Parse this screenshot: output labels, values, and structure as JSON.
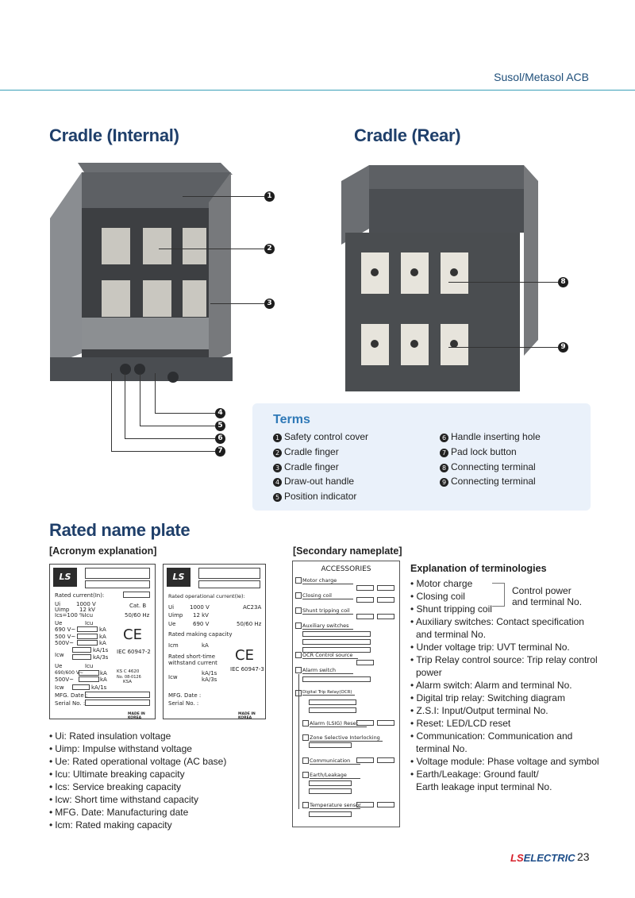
{
  "header": {
    "brand": "Susol/Metasol ACB"
  },
  "sections": {
    "cradle_internal": "Cradle (Internal)",
    "cradle_rear": "Cradle (Rear)",
    "rated_name_plate": "Rated name plate",
    "acronym_explanation": "[Acronym explanation]",
    "secondary_nameplate": "[Secondary nameplate]"
  },
  "callouts_internal": [
    "❶",
    "❷",
    "❸",
    "❹",
    "❺",
    "❻",
    "❼"
  ],
  "callouts_rear": [
    "❽",
    "❾"
  ],
  "terms": {
    "title": "Terms",
    "left": [
      {
        "num": "1",
        "label": "Safety control cover"
      },
      {
        "num": "2",
        "label": "Cradle finger"
      },
      {
        "num": "3",
        "label": "Cradle finger"
      },
      {
        "num": "4",
        "label": "Draw-out handle"
      },
      {
        "num": "5",
        "label": "Position indicator"
      }
    ],
    "right": [
      {
        "num": "6",
        "label": "Handle inserting hole"
      },
      {
        "num": "7",
        "label": "Pad lock button"
      },
      {
        "num": "8",
        "label": "Connecting terminal"
      },
      {
        "num": "9",
        "label": "Connecting terminal"
      }
    ]
  },
  "plate1": {
    "logo": "LS",
    "rated_current": "Rated current(In):",
    "ui": "Ui",
    "ui_val": "1000 V",
    "uimp": "Uimp",
    "uimp_val": "12 kV",
    "ics": "Ics=100 %Icu",
    "cat": "Cat. B",
    "freq": "50/60 Hz",
    "ue": "Ue",
    "icu": "Icu",
    "v690": "690 V~",
    "v500": "500 V~",
    "v500b": "500V~",
    "ka": "kA",
    "icw": "Icw",
    "ka1s": "kA/1s",
    "ka3s": "kA/3s",
    "iec": "IEC 60947-2",
    "ue2": "Ue",
    "icu2": "Icu",
    "v690600": "690/600 V~",
    "v500c": "500V~",
    "ka1s2": "kA/1s",
    "ks1": "KS C 4620",
    "ks2": "No. 08-0126",
    "ks3": "KSA",
    "mfg": "MFG. Date :",
    "serial": "Serial No. :",
    "made": "MADE IN KOREA",
    "ce": "CE"
  },
  "plate2": {
    "logo": "LS",
    "rated_op": "Rated operational current(Ie):",
    "ui": "Ui",
    "ui_val": "1000 V",
    "ac23": "AC23A",
    "uimp": "Uimp",
    "uimp_val": "12 kV",
    "ue": "Ue",
    "ue_val": "690 V",
    "freq": "50/60 Hz",
    "making": "Rated making capacity",
    "icm": "Icm",
    "ka": "kA",
    "short1": "Rated short-time",
    "short2": "withstand current",
    "icw": "Icw",
    "ka1s": "kA/1s",
    "ka3s": "kA/3s",
    "iec": "IEC 60947-3",
    "mfg": "MFG. Date :",
    "serial": "Serial No. :",
    "made": "MADE IN KOREA",
    "ce": "CE"
  },
  "acronyms": [
    "Ui: Rated insulation voltage",
    "Uimp: Impulse withstand voltage",
    "Ue: Rated operational voltage (AC base)",
    "Icu: Ultimate breaking capacity",
    "Ics: Service breaking capacity",
    "Icw: Short time withstand capacity",
    "MFG. Date: Manufacturing date",
    "Icm: Rated making capacity"
  ],
  "accessories": {
    "head": "ACCESSORIES",
    "items": [
      "Motor charge",
      "Closing coil",
      "Shunt tripping coil",
      "Auxiliary switches",
      "OCR Control source",
      "Alarm switch",
      "Digital Trip Relay(OCR)",
      "Alarm (LSIG) Reset",
      "Zone Selective Interlocking",
      "Communication",
      "Earth/Leakage",
      "Temperature sensor"
    ]
  },
  "explanation": {
    "title": "Explanation of terminologies",
    "items": [
      "Motor charge",
      "Closing coil",
      "Shunt tripping coil",
      "Auxiliary switches: Contact specification",
      "and terminal No.",
      "Under voltage trip: UVT terminal No.",
      "Trip Relay control source: Trip relay control",
      "power",
      "Alarm switch: Alarm and terminal No.",
      "Digital trip relay: Switching diagram",
      "Z.S.I: Input/Output terminal No.",
      "Reset: LED/LCD reset",
      "Communication: Communication and",
      "terminal No.",
      "Voltage module: Phase voltage and symbol",
      "Earth/Leakage: Ground fault/",
      "Earth leakage input terminal No."
    ],
    "control_power_1": "Control power",
    "control_power_2": "and terminal No."
  },
  "footer": {
    "logo_ls": "LS",
    "logo_electric": "ELECTRIC",
    "page": "23"
  }
}
